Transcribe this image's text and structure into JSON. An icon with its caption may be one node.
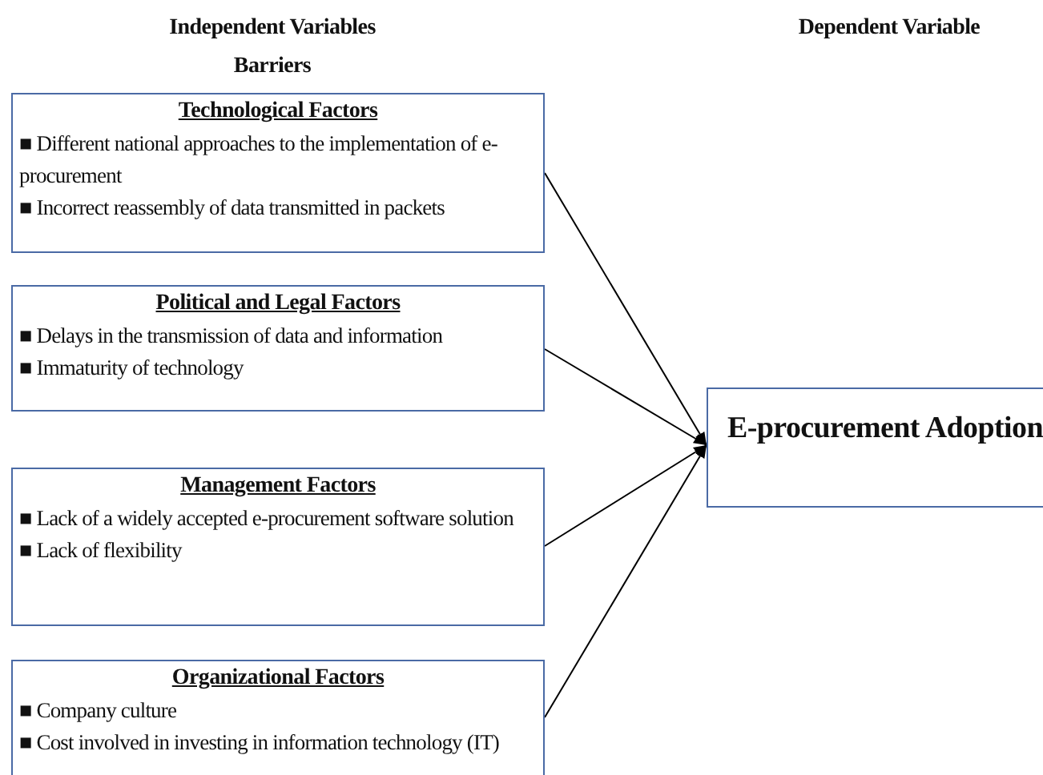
{
  "diagram": {
    "nodes": [
      {
        "text": [
          "Technological Factors",
          "■ Different national approaches to the implementation of e-procurement",
          "■ Incorrect reassembly of data transmitted in packets"
        ]
      },
      {
        "text": [
          "Political and Legal Factors",
          "■ Delays in the transmission of data and information",
          "■ Immaturity of technology"
        ]
      },
      {
        "text": [
          "Management Factors",
          "■ Lack of a widely accepted e-procurement software solution",
          "■ Lack of flexibility"
        ]
      },
      {
        "text": [
          "Organizational Factors",
          "■ Company culture",
          "■ Cost involved in investing in information technology (IT)"
        ]
      },
      {
        "text": [
          "E-procurement Adoption"
        ]
      }
    ],
    "edges": [
      {
        "from": 0,
        "to": 4,
        "arrow": "to"
      },
      {
        "from": 1,
        "to": 4,
        "arrow": "to"
      },
      {
        "from": 2,
        "to": 4,
        "arrow": "to"
      },
      {
        "from": 3,
        "to": 4,
        "arrow": "to"
      }
    ],
    "labels": [
      "Independent Variables",
      "Barriers",
      "Dependent Variable"
    ]
  }
}
